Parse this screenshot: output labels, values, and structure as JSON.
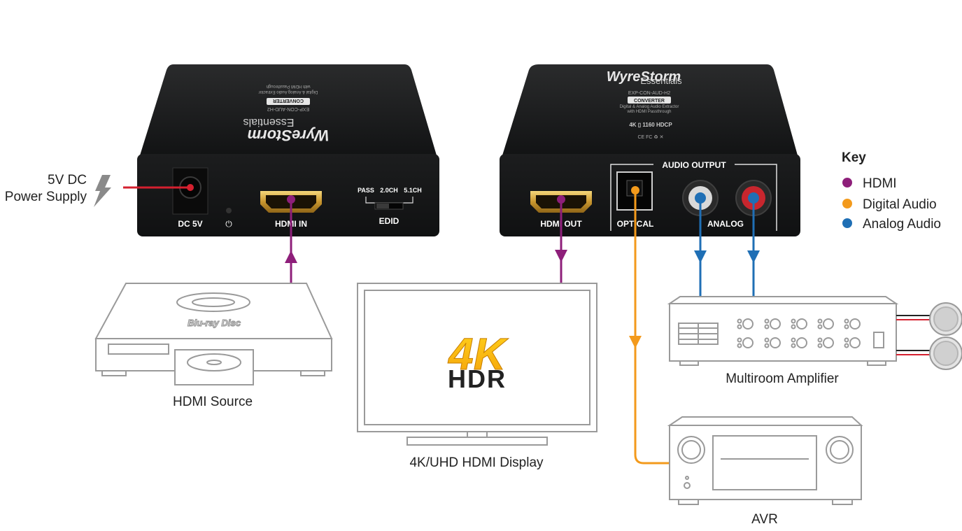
{
  "power": {
    "line1": "5V DC",
    "line2": "Power Supply"
  },
  "extractor_in": {
    "brand": "WyreStorm",
    "sub": "Essentials",
    "model": "EXP-CON-AUD-H2",
    "badge": "CONVERTER",
    "desc1": "Digital & Analog Audio Extractor",
    "desc2": "with HDMI Passthrough",
    "ports": {
      "dc": "DC 5V",
      "hdmi_in": "HDMI IN",
      "edid": "EDID",
      "pass": "PASS",
      "ch20": "2.0CH",
      "ch51": "5.1CH"
    }
  },
  "extractor_out": {
    "brand": "WyreStorm",
    "sub": "Essentials",
    "model": "EXP-CON-AUD-H2",
    "badge": "CONVERTER",
    "desc1": "Digital & Analog Audio Extractor",
    "desc2": "with HDMI Passthrough",
    "ports": {
      "audio_output": "AUDIO OUTPUT",
      "hdmi_out": "HDMI OUT",
      "optical": "OPTICAL",
      "analog": "ANALOG"
    }
  },
  "key": {
    "title": "Key",
    "items": [
      {
        "label": "HDMI",
        "color": "#8e1f7a"
      },
      {
        "label": "Digital Audio",
        "color": "#f39a1c"
      },
      {
        "label": "Analog Audio",
        "color": "#1f6fb5"
      }
    ]
  },
  "devices": {
    "source": "HDMI Source",
    "display": "4K/UHD HDMI Display",
    "amp": "Multiroom Amplifier",
    "avr": "AVR"
  },
  "display_logo": {
    "top": "4K",
    "bottom": "HDR"
  },
  "bluray": "Blu-ray Disc",
  "colors": {
    "hdmi": "#8e1f7a",
    "digital": "#f39a1c",
    "analog": "#1f6fb5",
    "power": "#d4202f",
    "box": "#1b1c1d",
    "outline": "#9a9a9a"
  }
}
